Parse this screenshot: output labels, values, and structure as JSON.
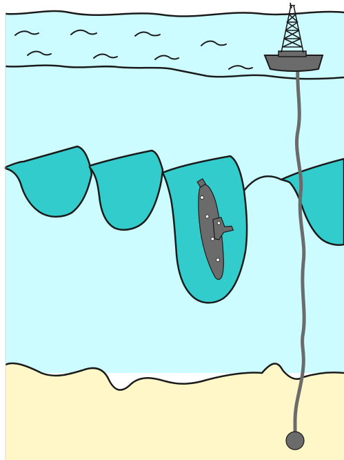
{
  "illustration": {
    "colors": {
      "sky": "#ffffff",
      "water": "#ccfcff",
      "internal_wave_layer": "#33cccc",
      "seabed": "#fff7c8",
      "outline": "#1a1a1a",
      "vessel": "#6b6b6b",
      "riser_cable": "#6b6b6b",
      "submarine_lights": "#ffffff"
    },
    "elements": [
      "sea-surface",
      "surface-ripples",
      "drilling-vessel",
      "derrick-tower",
      "internal-wave-troughs",
      "submarine",
      "riser-cable",
      "seabed",
      "wellhead"
    ]
  }
}
